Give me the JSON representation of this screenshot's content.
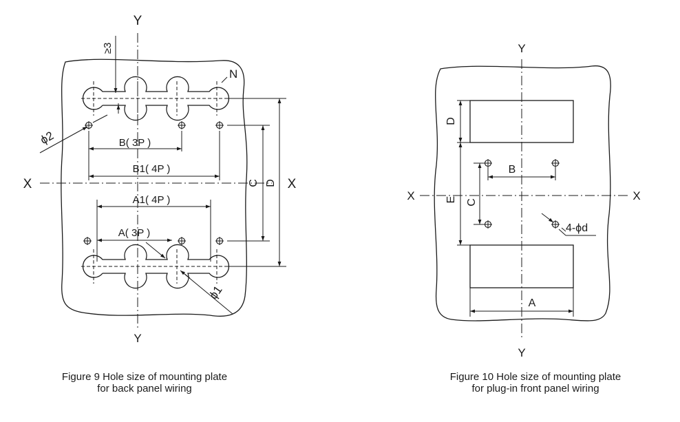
{
  "figure9": {
    "axis_y_top": "Y",
    "axis_y_bottom": "Y",
    "axis_x_left": "X",
    "axis_x_right": "X",
    "label_ge3": "≥3",
    "label_n": "N",
    "label_phi2": "ϕ2",
    "label_phi1": "ϕ1",
    "dim_b3p": "B( 3P )",
    "dim_b14p": "B1( 4P )",
    "dim_a14p": "A1( 4P )",
    "dim_a3p": "A( 3P )",
    "dim_c": "C",
    "dim_d": "D",
    "caption_line1": "Figure 9 Hole size of mounting plate",
    "caption_line2": "for back panel wiring"
  },
  "figure10": {
    "axis_y_top": "Y",
    "axis_y_bottom": "Y",
    "axis_x_left": "X",
    "axis_x_right": "X",
    "dim_d": "D",
    "dim_e": "E",
    "dim_c": "C",
    "dim_b": "B",
    "dim_a": "A",
    "label_holes": "4-ϕd",
    "caption_line1": "Figure 10 Hole size of mounting plate",
    "caption_line2": "for plug-in front panel wiring"
  }
}
